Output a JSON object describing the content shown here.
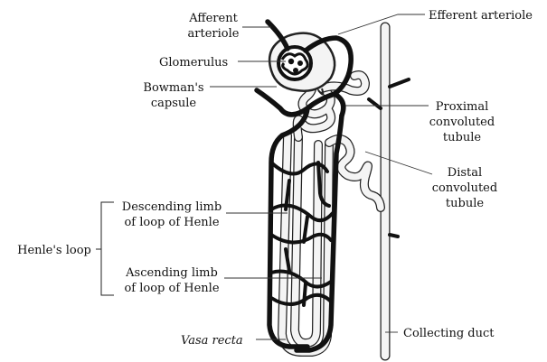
{
  "labels": {
    "afferent_arteriole_line1": "Afferent",
    "afferent_arteriole_line2": "arteriole",
    "efferent_arteriole": "Efferent arteriole",
    "glomerulus": "Glomerulus",
    "bowmans_capsule_line1": "Bowman's",
    "bowmans_capsule_line2": "capsule",
    "proximal_line1": "Proximal",
    "proximal_line2": "convoluted",
    "proximal_line3": "tubule",
    "distal_line1": "Distal",
    "distal_line2": "convoluted",
    "distal_line3": "tubule",
    "descending_line1": "Descending limb",
    "descending_line2": "of loop of Henle",
    "henles_loop": "Henle's loop",
    "ascending_line1": "Ascending limb",
    "ascending_line2": "of loop of Henle",
    "vasa_recta": "Vasa recta",
    "collecting_duct": "Collecting duct"
  },
  "colors": {
    "ink": "#111111",
    "tubule_fill": "#f4f4f4",
    "background": "#ffffff"
  }
}
